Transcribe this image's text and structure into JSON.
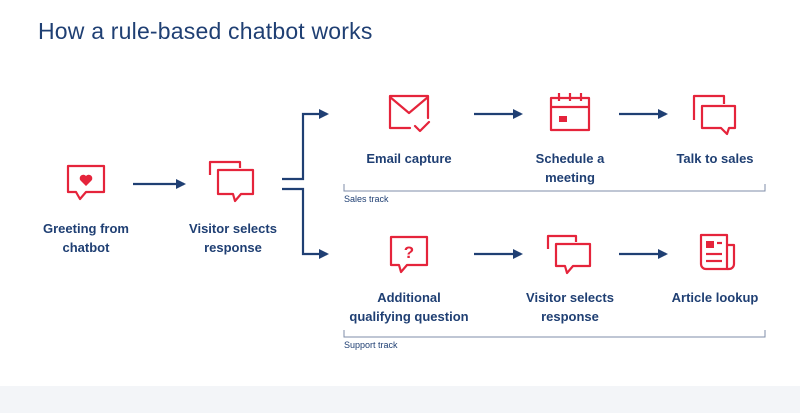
{
  "title": "How a rule-based chatbot works",
  "colors": {
    "navy": "#1f3f73",
    "red": "#e5243b"
  },
  "nodes": {
    "greeting": {
      "label": "Greeting from\nchatbot",
      "icon": "chat-heart-icon"
    },
    "visitor_selects": {
      "label": "Visitor selects\nresponse",
      "icon": "chat-bubbles-icon"
    },
    "email_capture": {
      "label": "Email capture",
      "icon": "envelope-check-icon"
    },
    "schedule_meeting": {
      "label": "Schedule a\nmeeting",
      "icon": "calendar-icon"
    },
    "talk_to_sales": {
      "label": "Talk to sales",
      "icon": "chat-bubbles-icon"
    },
    "additional_question": {
      "label": "Additional\nqualifying question",
      "icon": "question-chat-icon"
    },
    "visitor_selects_2": {
      "label": "Visitor selects\nresponse",
      "icon": "chat-bubbles-icon"
    },
    "article_lookup": {
      "label": "Article lookup",
      "icon": "article-icon"
    }
  },
  "tracks": {
    "sales": "Sales track",
    "support": "Support track"
  }
}
